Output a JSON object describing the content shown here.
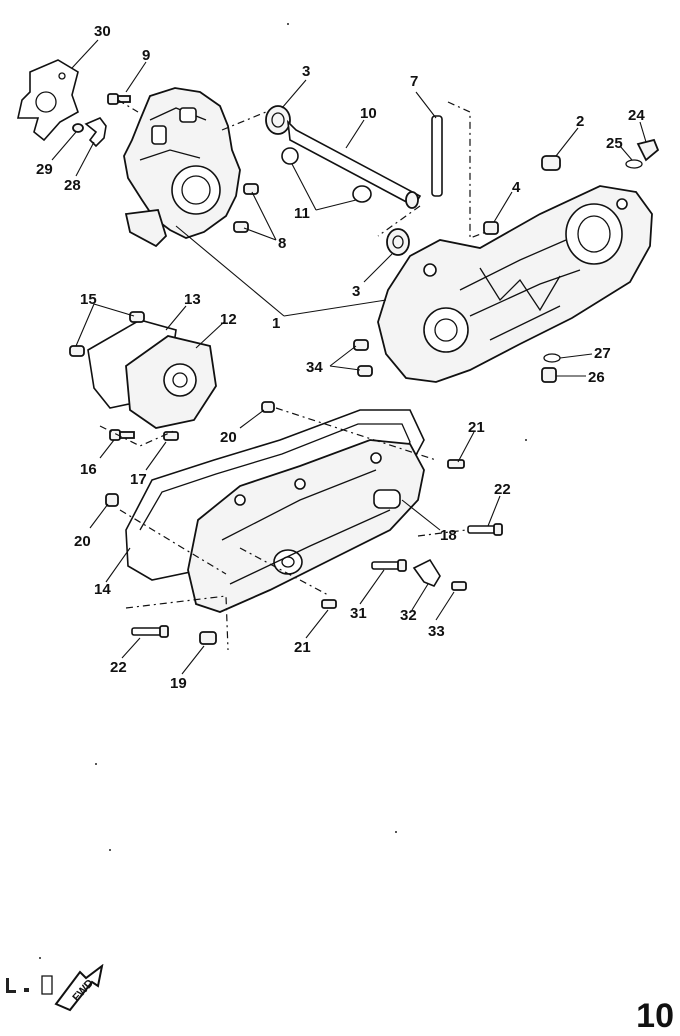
{
  "callouts": [
    {
      "id": "c30",
      "text": "30"
    },
    {
      "id": "c9",
      "text": "9"
    },
    {
      "id": "c29",
      "text": "29"
    },
    {
      "id": "c28",
      "text": "28"
    },
    {
      "id": "c8",
      "text": "8"
    },
    {
      "id": "c3a",
      "text": "3"
    },
    {
      "id": "c10",
      "text": "10"
    },
    {
      "id": "c11",
      "text": "11"
    },
    {
      "id": "c7",
      "text": "7"
    },
    {
      "id": "c4",
      "text": "4"
    },
    {
      "id": "c2",
      "text": "2"
    },
    {
      "id": "c24",
      "text": "24"
    },
    {
      "id": "c25",
      "text": "25"
    },
    {
      "id": "c3b",
      "text": "3"
    },
    {
      "id": "c1",
      "text": "1"
    },
    {
      "id": "c15",
      "text": "15"
    },
    {
      "id": "c13",
      "text": "13"
    },
    {
      "id": "c12",
      "text": "12"
    },
    {
      "id": "c34",
      "text": "34"
    },
    {
      "id": "c27",
      "text": "27"
    },
    {
      "id": "c26",
      "text": "26"
    },
    {
      "id": "c20a",
      "text": "20"
    },
    {
      "id": "c21a",
      "text": "21"
    },
    {
      "id": "c16",
      "text": "16"
    },
    {
      "id": "c17",
      "text": "17"
    },
    {
      "id": "c22a",
      "text": "22"
    },
    {
      "id": "c20b",
      "text": "20"
    },
    {
      "id": "c18",
      "text": "18"
    },
    {
      "id": "c14",
      "text": "14"
    },
    {
      "id": "c31",
      "text": "31"
    },
    {
      "id": "c32",
      "text": "32"
    },
    {
      "id": "c33",
      "text": "33"
    },
    {
      "id": "c21b",
      "text": "21"
    },
    {
      "id": "c22b",
      "text": "22"
    },
    {
      "id": "c19",
      "text": "19"
    }
  ],
  "badge": {
    "label": "FWD"
  },
  "corner_mark": "10"
}
